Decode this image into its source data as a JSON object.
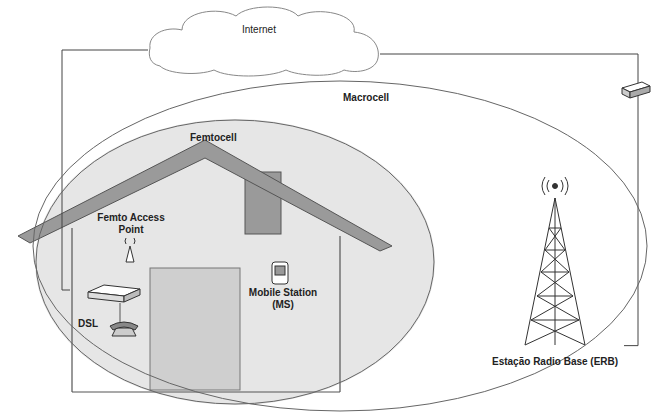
{
  "diagram": {
    "nodes": [
      {
        "text": [
          "Internet"
        ]
      },
      {
        "text": [
          "Macrocell"
        ]
      },
      {
        "text": [
          "Femtocell"
        ],
        "in": 1
      },
      {
        "text": [
          "DSL"
        ],
        "in": 2
      },
      {
        "text": [
          "Estação Radio Base (ERB)"
        ],
        "in": 1
      }
    ],
    "edges": [
      {
        "from": 0,
        "to": 3,
        "arrow": "none"
      },
      {
        "from": 0,
        "to": 4,
        "arrow": "none"
      }
    ],
    "labels": [
      "Femto Access Point",
      "Mobile Station (MS)"
    ]
  }
}
